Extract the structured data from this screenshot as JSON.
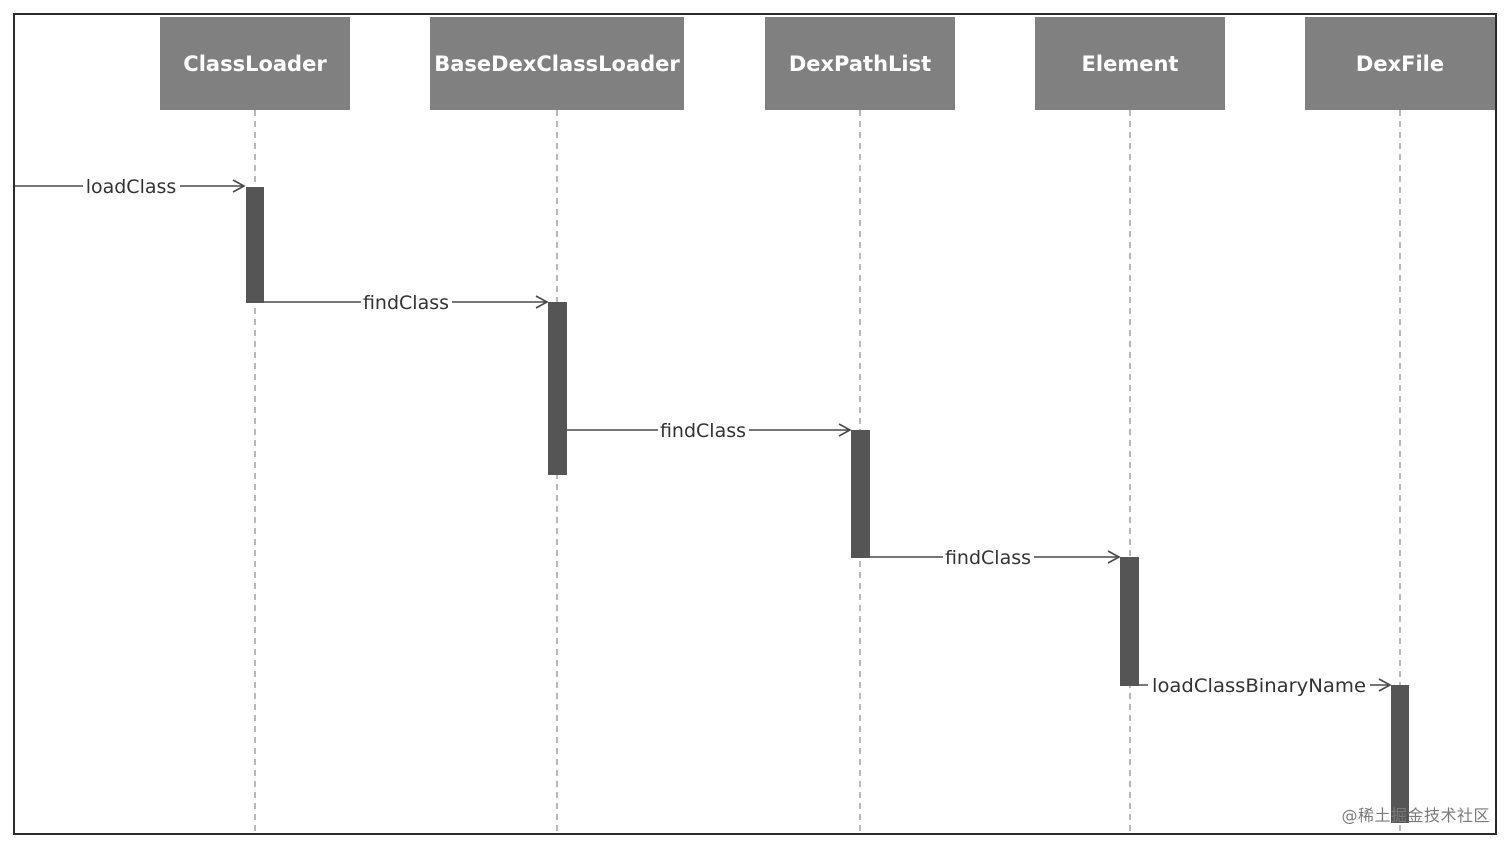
{
  "participants": [
    {
      "id": "classloader",
      "label": "ClassLoader"
    },
    {
      "id": "basedexclassloader",
      "label": "BaseDexClassLoader"
    },
    {
      "id": "dexpathlist",
      "label": "DexPathList"
    },
    {
      "id": "element",
      "label": "Element"
    },
    {
      "id": "dexfile",
      "label": "DexFile"
    }
  ],
  "messages": [
    {
      "label": "loadClass",
      "from": "external",
      "to": "classloader"
    },
    {
      "label": "findClass",
      "from": "classloader",
      "to": "basedexclassloader"
    },
    {
      "label": "findClass",
      "from": "basedexclassloader",
      "to": "dexpathlist"
    },
    {
      "label": "findClass",
      "from": "dexpathlist",
      "to": "element"
    },
    {
      "label": "loadClassBinaryName",
      "from": "element",
      "to": "dexfile"
    }
  ],
  "watermark": "@稀土掘金技术社区",
  "colors": {
    "participant_fill": "#808080",
    "activation_fill": "#555555",
    "lifeline": "#9a9a9a",
    "message_line": "#4a4a4a",
    "frame": "#2a2a2a"
  }
}
